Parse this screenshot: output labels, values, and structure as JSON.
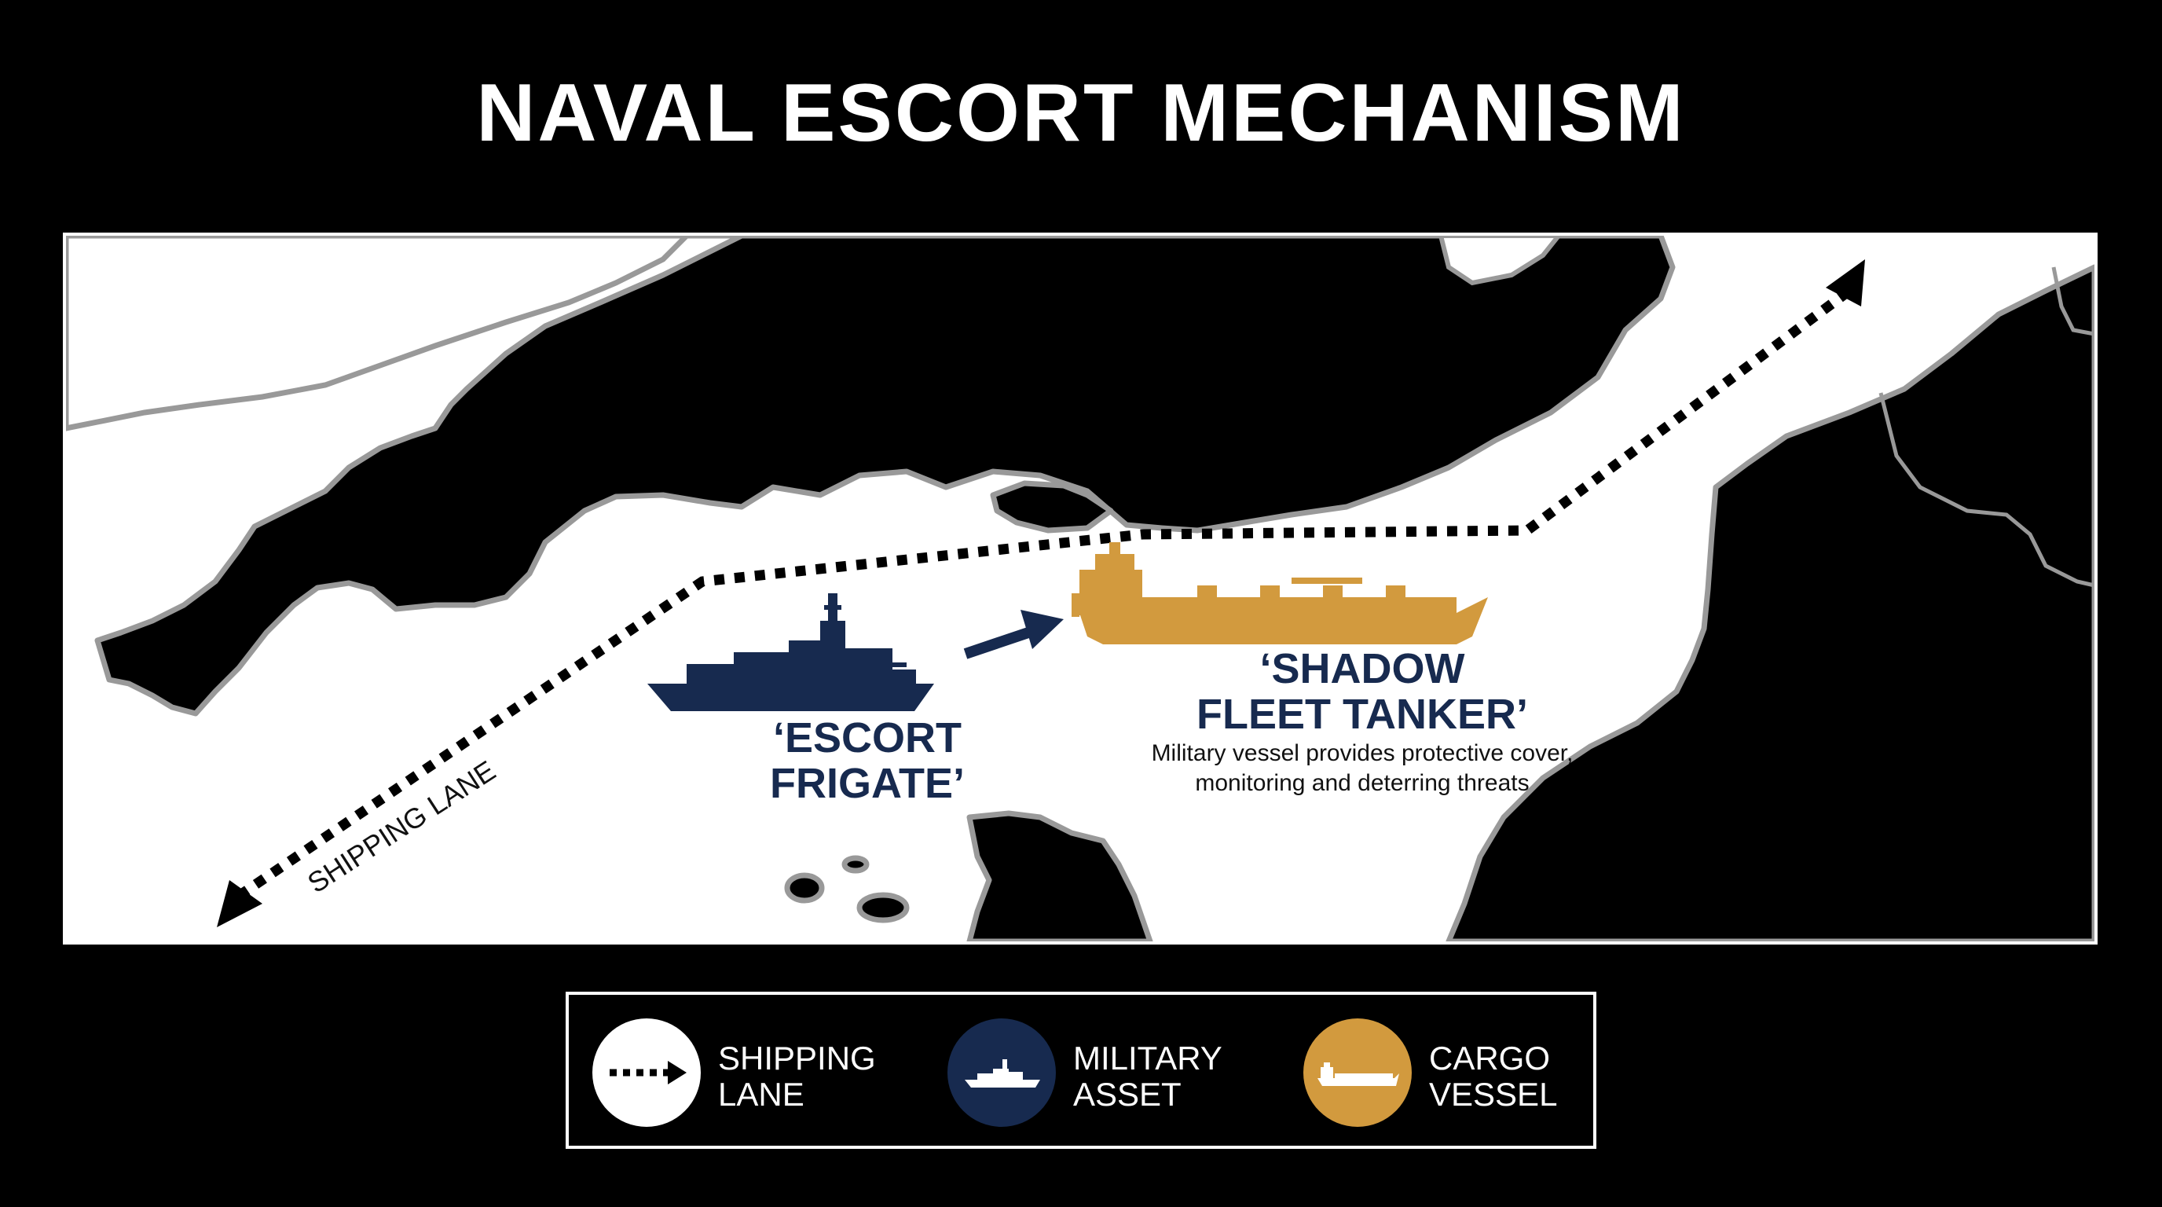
{
  "title": "NAVAL ESCORT MECHANISM",
  "map": {
    "frigate_label_line1": "‘ESCORT",
    "frigate_label_line2": "FRIGATE’",
    "tanker_label_line1": "‘SHADOW",
    "tanker_label_line2": "FLEET TANKER’",
    "caption_line1": "Military vessel provides protective cover,",
    "caption_line2": "monitoring and deterring threats",
    "lane_label": "SHIPPING LANE"
  },
  "legend": {
    "items": [
      {
        "line1": "SHIPPING",
        "line2": "LANE",
        "icon": "dotted-arrow-icon",
        "color": "#ffffff"
      },
      {
        "line1": "MILITARY",
        "line2": "ASSET",
        "icon": "frigate-icon",
        "color": "#172a4f"
      },
      {
        "line1": "CARGO",
        "line2": "VESSEL",
        "icon": "tanker-icon",
        "color": "#d29a3e"
      }
    ]
  },
  "colors": {
    "military": "#172a4f",
    "cargo": "#d29a3e",
    "land": "#000000",
    "sea": "#ffffff",
    "coastline": "#999999"
  }
}
